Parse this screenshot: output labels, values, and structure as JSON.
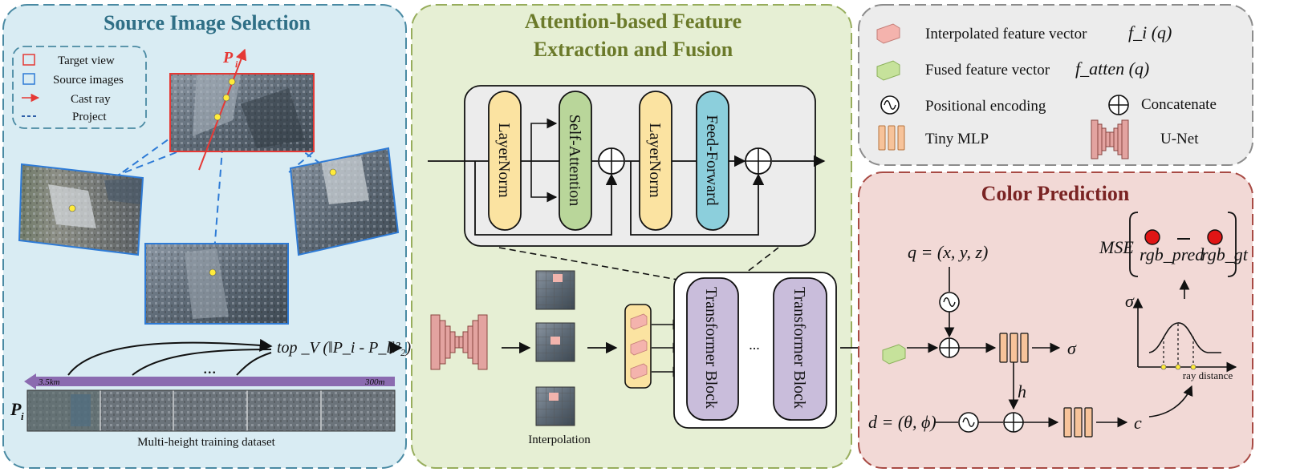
{
  "panels": {
    "source": {
      "title": "Source Image Selection",
      "legend": [
        "Target view",
        "Source images",
        "Cast ray",
        "Project"
      ],
      "pi_label": "P",
      "pi_sub": "i",
      "topv_formula": "top _V (‖P_i - P_l‖²₂)",
      "dist_left": "3.5km",
      "dist_right": "300m",
      "dots": "...",
      "dataset_caption": "Multi-height training dataset"
    },
    "attention": {
      "title_line1": "Attention-based Feature",
      "title_line2": "Extraction and Fusion",
      "layernorm1": "LayerNorm",
      "self_attention": "Self-Attention",
      "layernorm2": "LayerNorm",
      "feed_forward": "Feed-Forward",
      "transformer1": "Transformer Block",
      "transformer2": "Transformer Block",
      "ellipsis": "...",
      "interpolation": "Interpolation"
    },
    "legend_box": {
      "interp": "Interpolated feature vector",
      "interp_math": "f_i (q)",
      "fused": "Fused feature vector",
      "fused_math": "f_atten (q)",
      "posenc": "Positional encoding",
      "concat": "Concatenate",
      "mlp": "Tiny MLP",
      "unet": "U-Net"
    },
    "color": {
      "title": "Color Prediction",
      "q_eq": "q = (x, y, z)",
      "d_eq": "d = (θ, ϕ)",
      "sigma": "σ",
      "c": "c",
      "h": "h",
      "mse": "MSE",
      "rgb_pred": "rgb_pred",
      "rgb_gt": "rgb_gt",
      "ray_distance": "ray distance",
      "sigma_axis": "σ"
    }
  },
  "colors": {
    "source_bg": "#d9ecf3",
    "source_border": "#4a8aa3",
    "attention_bg": "#e6efd4",
    "attention_border": "#97ad5c",
    "legend_bg": "#ececec",
    "legend_border": "#8c8c8c",
    "color_bg": "#f2d9d6",
    "color_border": "#a84a44",
    "layernorm": "#fbe3a1",
    "self_attention": "#b9d69a",
    "feed_forward": "#8ccfdc",
    "transformer": "#c9bddb",
    "mlp": "#f7c39a",
    "unet": "#e3a3a0",
    "target_view": "#e53935",
    "source_images": "#2e7bd6"
  }
}
